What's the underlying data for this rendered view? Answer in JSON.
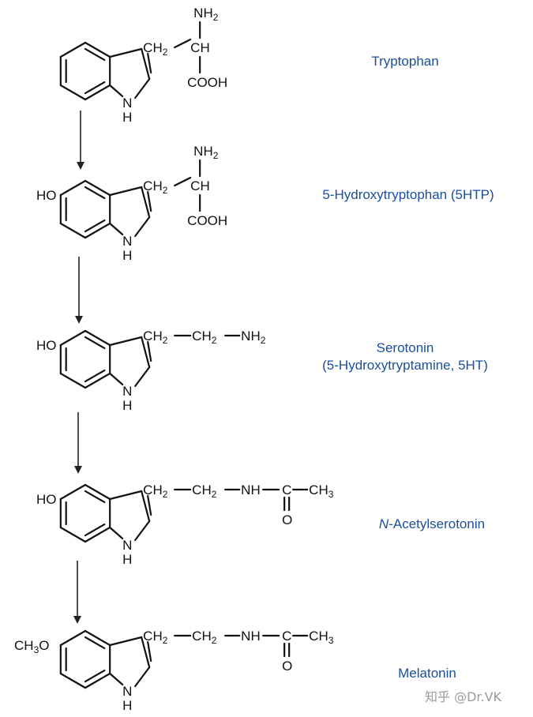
{
  "colors": {
    "name_text": "#1a4f9c",
    "structure": "#111111",
    "watermark": "#9a9a9a"
  },
  "compounds": [
    {
      "name": "Tryptophan",
      "name_sub": "",
      "name_prefix": "",
      "name_prefix_italic": false,
      "ring_substituent": "",
      "side_chain": "amino_acid",
      "groups": {
        "nh2": "NH",
        "nh2_sub": "2",
        "ch2": "CH",
        "ch2_sub": "2",
        "ch": "CH",
        "cooh": "COOH",
        "nh": "N",
        "h": "H"
      }
    },
    {
      "name": "5-Hydroxytryptophan (5HTP)",
      "name_sub": "",
      "name_prefix": "",
      "name_prefix_italic": false,
      "ring_substituent": "HO",
      "side_chain": "amino_acid",
      "groups": {
        "nh2": "NH",
        "nh2_sub": "2",
        "ch2": "CH",
        "ch2_sub": "2",
        "ch": "CH",
        "cooh": "COOH",
        "nh": "N",
        "h": "H"
      }
    },
    {
      "name": "Serotonin",
      "name_sub": "(5-Hydroxytryptamine, 5HT)",
      "name_prefix": "",
      "name_prefix_italic": false,
      "ring_substituent": "HO",
      "side_chain": "amine",
      "groups": {
        "ch2": "CH",
        "ch2_sub": "2",
        "ch2b": "CH",
        "ch2b_sub": "2",
        "nh2": "NH",
        "nh2_sub": "2",
        "nh": "N",
        "h": "H"
      }
    },
    {
      "name": "-Acetylserotonin",
      "name_sub": "",
      "name_prefix": "N",
      "name_prefix_italic": true,
      "ring_substituent": "HO",
      "side_chain": "acetamide",
      "groups": {
        "ch2": "CH",
        "ch2_sub": "2",
        "ch2b": "CH",
        "ch2b_sub": "2",
        "nh_amide": "NH",
        "c": "C",
        "ch3": "CH",
        "ch3_sub": "3",
        "o": "O",
        "nh": "N",
        "h": "H"
      }
    },
    {
      "name": "Melatonin",
      "name_sub": "",
      "name_prefix": "",
      "name_prefix_italic": false,
      "ring_substituent": "CH3O",
      "side_chain": "acetamide",
      "groups": {
        "sub_ch": "CH",
        "sub_3": "3",
        "sub_o": "O",
        "ch2": "CH",
        "ch2_sub": "2",
        "ch2b": "CH",
        "ch2b_sub": "2",
        "nh_amide": "NH",
        "c": "C",
        "ch3": "CH",
        "ch3_sub": "3",
        "o": "O",
        "nh": "N",
        "h": "H"
      }
    }
  ],
  "watermark": "知乎 @Dr.VK"
}
